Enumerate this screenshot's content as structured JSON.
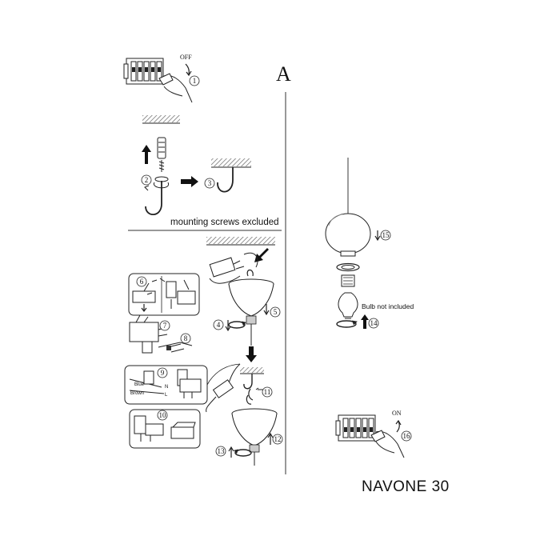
{
  "sheet": {
    "section_letter": "A",
    "product_name": "NAVONE 30"
  },
  "labels": {
    "off": "OFF",
    "on": "ON",
    "mounting_note": "mounting screws excluded",
    "bulb_note": "Bulb not included",
    "wire_blue": "Blue",
    "wire_brown": "Brown",
    "terminal_n": "N",
    "terminal_l": "L"
  },
  "steps": [
    "1",
    "2",
    "3",
    "4",
    "5",
    "6",
    "7",
    "8",
    "9",
    "10",
    "11",
    "12",
    "13",
    "14",
    "15",
    "16"
  ]
}
